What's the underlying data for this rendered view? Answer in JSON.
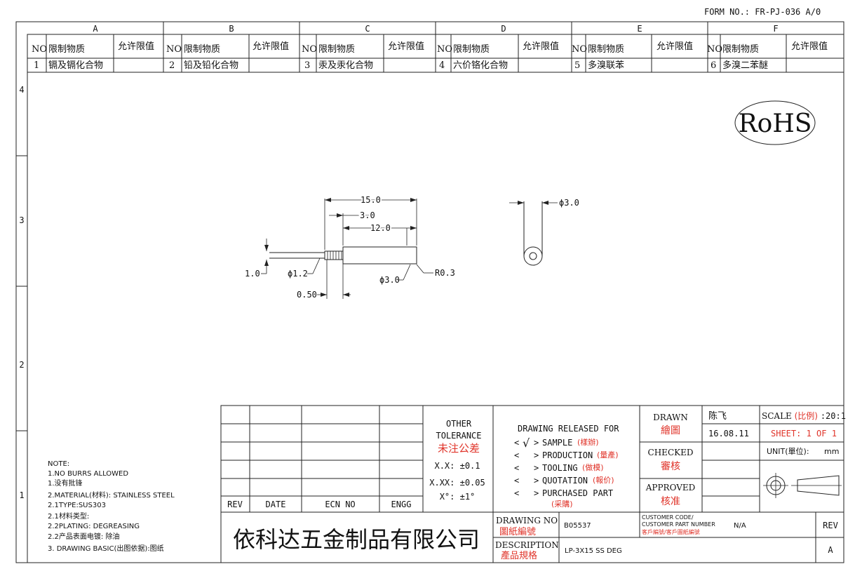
{
  "form_no": "FORM NO.: FR-PJ-036 A/0",
  "columns": [
    "A",
    "B",
    "C",
    "D",
    "E",
    "F"
  ],
  "rows": [
    "4",
    "3",
    "2",
    "1"
  ],
  "restricted": {
    "h_no": "NO",
    "h_substance": "限制物质",
    "h_limit": "允许限值",
    "items": [
      {
        "no": "1",
        "name": "镉及镉化合物"
      },
      {
        "no": "2",
        "name": "铅及铅化合物"
      },
      {
        "no": "3",
        "name": "汞及汞化合物"
      },
      {
        "no": "4",
        "name": "六价铬化合物"
      },
      {
        "no": "5",
        "name": "多溴联苯"
      },
      {
        "no": "6",
        "name": "多溴二苯醚"
      }
    ]
  },
  "rohs": "RoHS",
  "dims": {
    "d15": "15.0",
    "d3": "3.0",
    "d12": "12.0",
    "d10": "1.0",
    "phi12": "ϕ1.2",
    "d050": "0.50",
    "phi30": "ϕ3.0",
    "r03": "R0.3",
    "phi30_side": "ϕ3.0"
  },
  "notes": [
    "NOTE:",
    "1.NO BURRS ALLOWED",
    "1.没有批锋",
    "2.MATERIAL(材料): STAINLESS STEEL",
    "2.1TYPE:SUS303",
    "2.1材料类型:",
    "2.2PLATING: DEGREASING",
    "2.2产品表面电镀: 除油",
    "3. DRAWING BASIC(出图依据):图纸"
  ],
  "title_block": {
    "rev_headers": [
      "REV",
      "DATE",
      "ECN NO",
      "ENGG"
    ],
    "tolerance": {
      "title1": "OTHER",
      "title2": "TOLERANCE",
      "title_cn": "未注公差",
      "xx": "X.X: ±0.1",
      "xxx": "X.XX: ±0.05",
      "angle": "X°: ±1°"
    },
    "release": {
      "title": "DRAWING RELEASED FOR",
      "check": "√",
      "items": [
        {
          "en": "SAMPLE",
          "cn": "(樣辦)"
        },
        {
          "en": "PRODUCTION",
          "cn": "(量產)"
        },
        {
          "en": "TOOLING",
          "cn": "(做模)"
        },
        {
          "en": "QUOTATION",
          "cn": "(報价)"
        },
        {
          "en": "PURCHASED PART",
          "cn": "(采購)"
        }
      ]
    },
    "drawn_label": "DRAWN",
    "drawn_cn": "繪圖",
    "drawn_by": "陈飞",
    "drawn_date": "16.08.11",
    "checked_label": "CHECKED",
    "checked_cn": "審核",
    "approved_label": "APPROVED",
    "approved_cn": "核准",
    "scale_label": "SCALE",
    "scale_cn": "(比例)",
    "scale_value": ":20:1",
    "sheet": "SHEET:  1 OF 1",
    "unit_label": "UNIT(單位):",
    "unit_value": "mm",
    "company": "依科达五金制品有限公司",
    "drawing_no_label": "DRAWING NO",
    "drawing_no_cn": "圖紙編號",
    "drawing_no": "B05537",
    "customer_code_l1": "CUSTOMER CODE/",
    "customer_code_l2": "CUSTOMER PART NUMBER",
    "customer_code_cn": "客戶編號/客戶圖紙編號",
    "customer_code": "N/A",
    "rev_label": "REV",
    "rev_value": "A",
    "description_label": "DESCRIPTION",
    "description_cn": "產品規格",
    "description": "LP-3X15 SS DEG"
  }
}
